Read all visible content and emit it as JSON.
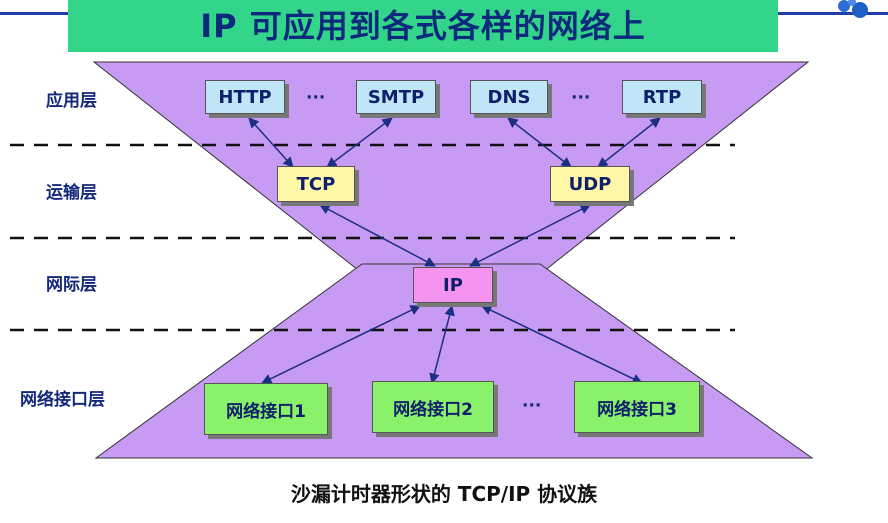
{
  "title": "IP 可应用到各式各样的网络上",
  "layers": {
    "application": "应用层",
    "transport": "运输层",
    "internet": "网际层",
    "network_interface": "网络接口层"
  },
  "protocols": {
    "http": "HTTP",
    "smtp": "SMTP",
    "dns": "DNS",
    "rtp": "RTP",
    "tcp": "TCP",
    "udp": "UDP",
    "ip": "IP",
    "ni1": "网络接口1",
    "ni2": "网络接口2",
    "ni3": "网络接口3"
  },
  "ellipsis": "···",
  "caption": "沙漏计时器形状的 TCP/IP 协议族",
  "colors": {
    "title_bg": "#33d58a",
    "title_text": "#0c2a7c",
    "hourglass": "#c79bf3",
    "application_box": "#bfe5f6",
    "transport_box": "#fff7a8",
    "ip_box": "#f593f0",
    "interface_box": "#8af26a"
  }
}
